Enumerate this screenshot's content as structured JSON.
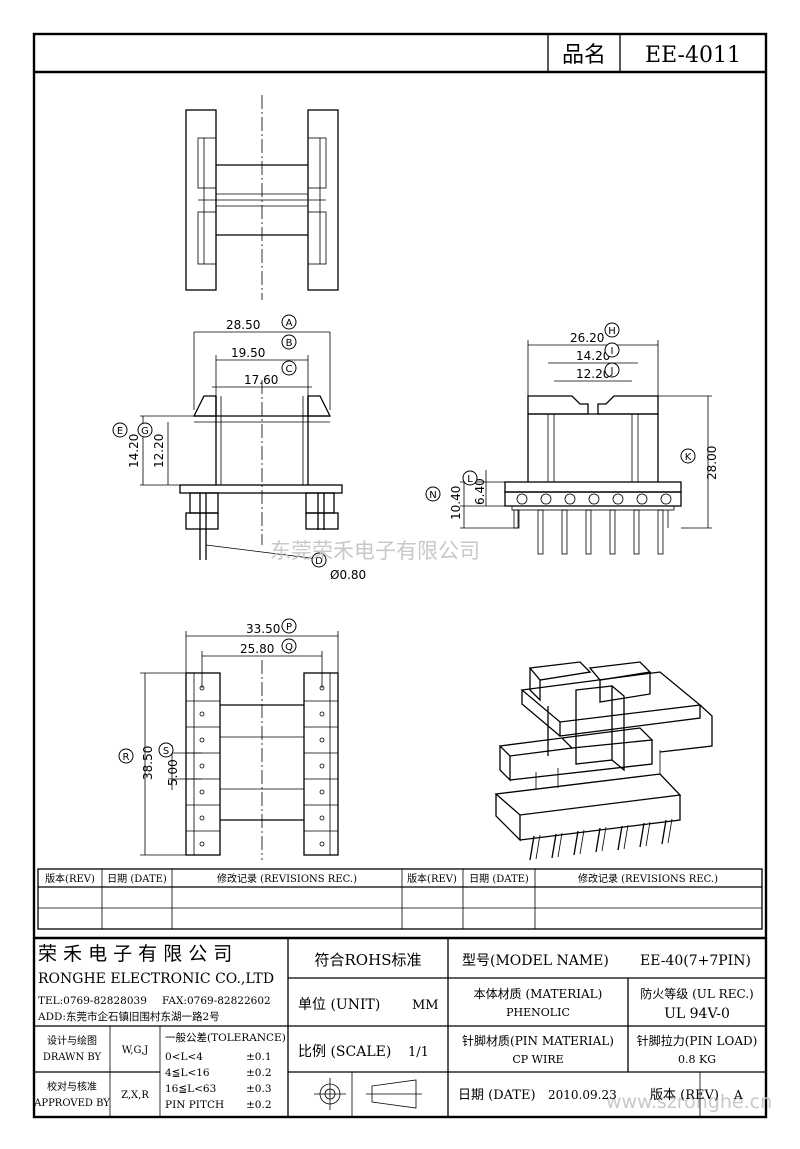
{
  "title_block": {
    "part_label": "品名",
    "part_number": "EE-4011"
  },
  "watermark": {
    "company_cn": "东莞荣禾电子有限公司",
    "site": "www.szronghe.cn"
  },
  "dimensions": {
    "A": "28.50",
    "B": "19.50",
    "C": "17.60",
    "D": "Ø0.80",
    "E": "14.20",
    "G": "12.20",
    "H": "26.20",
    "I": "14.20",
    "J": "12.20",
    "K": "28.00",
    "L": "6.40",
    "N": "10.40",
    "P": "33.50",
    "Q": "25.80",
    "R": "38.50",
    "S": "5.00"
  },
  "balloons": {
    "A": "A",
    "B": "B",
    "C": "C",
    "D": "D",
    "E": "E",
    "G": "G",
    "H": "H",
    "I": "I",
    "J": "J",
    "K": "K",
    "L": "L",
    "N": "N",
    "P": "P",
    "Q": "Q",
    "R": "R",
    "S": "S"
  },
  "revisions": {
    "headers": [
      "版本(REV)",
      "日期 (DATE)",
      "修改记录 (REVISIONS REC.)",
      "版本(REV)",
      "日期 (DATE)",
      "修改记录 (REVISIONS REC.)"
    ]
  },
  "company": {
    "name_cn": "荣 禾 电 子 有 限 公 司",
    "name_en": "RONGHE ELECTRONIC CO.,LTD",
    "tel": "TEL:0769-82828039",
    "fax": "FAX:0769-82822602",
    "address": "ADD:东莞市企石镇旧围村东湖一路2号"
  },
  "approvals": {
    "drawn_cn": "设计与绘图",
    "drawn_en": "DRAWN BY",
    "drawn_val": "W,G,J",
    "approved_cn": "校对与核准",
    "approved_en": "APPROVED BY",
    "approved_val": "Z,X,R"
  },
  "tolerance": {
    "title": "一般公差(TOLERANCE)",
    "rows": [
      {
        "range": "0<L<4",
        "val": "±0.1"
      },
      {
        "range": "4≦L<16",
        "val": "±0.2"
      },
      {
        "range": "16≦L<63",
        "val": "±0.3"
      },
      {
        "range": "PIN PITCH",
        "val": "±0.2"
      }
    ]
  },
  "specs": {
    "rohs": "符合ROHS标准",
    "model_label": "型号(MODEL NAME)",
    "model_value": "EE-40(7+7PIN)",
    "unit_label": "单位 (UNIT)",
    "unit_value": "MM",
    "material_label": "本体材质 (MATERIAL)",
    "material_value": "PHENOLIC",
    "fire_label": "防火等级 (UL REC.)",
    "fire_value": "UL 94V-0",
    "scale_label": "比例 (SCALE)",
    "scale_value": "1/1",
    "pin_material_label": "针脚材质(PIN MATERIAL)",
    "pin_material_value": "CP WIRE",
    "pin_load_label": "针脚拉力(PIN LOAD)",
    "pin_load_value": "0.8 KG",
    "date_label": "日期 (DATE)",
    "date_value": "2010.09.23",
    "rev_label": "版本 (REV)",
    "rev_value": "A"
  }
}
